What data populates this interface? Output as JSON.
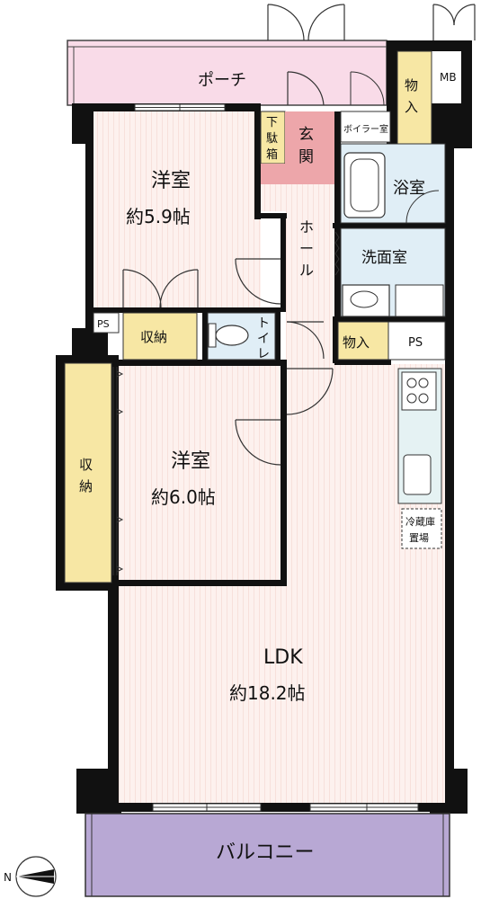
{
  "rooms": {
    "porch": "ポーチ",
    "storage_top": "物入",
    "mb": "MB",
    "boiler": "ボイラー室",
    "shoe_box": "下駄箱",
    "entrance": "玄関",
    "bath": "浴室",
    "hall": "ホール",
    "washroom": "洗面室",
    "western1": "洋室",
    "western1_size": "約5.9帖",
    "ps1": "PS",
    "closet1": "収納",
    "toilet": "トイレ",
    "storage_mid": "物入",
    "ps2": "PS",
    "closet2": "収納",
    "western2": "洋室",
    "western2_size": "約6.0帖",
    "fridge": "冷蔵庫置場",
    "ldk": "LDK",
    "ldk_size": "約18.2帖",
    "balcony": "バルコニー"
  },
  "compass": {
    "label": "N"
  },
  "colors": {
    "wall": "#111111",
    "porch": "#f9dbe8",
    "entrance": "#eda6aa",
    "floor": "#fdf1ee",
    "floor_line": "#f1cfc8",
    "storage": "#f7e7a4",
    "wet": "#e0eef6",
    "kitchen": "#e5f2f3",
    "balcony": "#b8a8d4"
  }
}
